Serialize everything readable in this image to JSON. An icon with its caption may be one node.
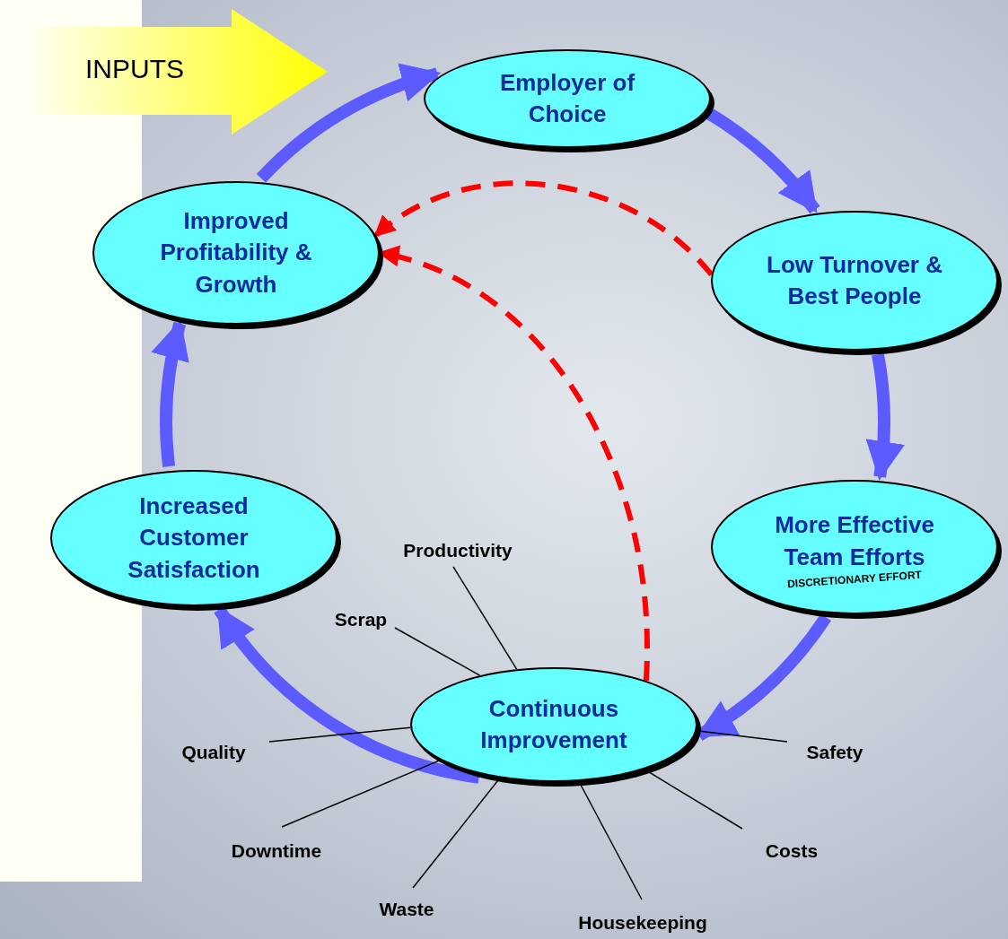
{
  "diagram": {
    "nodes": [
      {
        "text": [
          "INPUTS"
        ]
      },
      {
        "text": [
          "Employer of Choice"
        ]
      },
      {
        "text": [
          "Low Turnover & Best People"
        ]
      },
      {
        "text": [
          "More Effective Team Efforts",
          "DISCRETIONARY EFFORT"
        ]
      },
      {
        "text": [
          "Continuous Improvement"
        ]
      },
      {
        "text": [
          "Increased Customer Satisfaction"
        ]
      },
      {
        "text": [
          "Improved Profitability & Growth"
        ]
      },
      {
        "text": [
          "Productivity"
        ]
      },
      {
        "text": [
          "Scrap"
        ]
      },
      {
        "text": [
          "Quality"
        ]
      },
      {
        "text": [
          "Safety"
        ]
      },
      {
        "text": [
          "Downtime"
        ]
      },
      {
        "text": [
          "Costs"
        ]
      },
      {
        "text": [
          "Waste"
        ]
      },
      {
        "text": [
          "Housekeeping"
        ]
      }
    ],
    "edges": [
      {
        "from": 1,
        "to": 2,
        "arrow": "to",
        "style": "thick",
        "color": "#5b5bff"
      },
      {
        "from": 2,
        "to": 3,
        "arrow": "to",
        "style": "thick",
        "color": "#5b5bff"
      },
      {
        "from": 3,
        "to": 4,
        "arrow": "to",
        "style": "thick",
        "color": "#5b5bff"
      },
      {
        "from": 4,
        "to": 5,
        "arrow": "to",
        "style": "thick",
        "color": "#5b5bff"
      },
      {
        "from": 5,
        "to": 6,
        "arrow": "to",
        "style": "thick",
        "color": "#5b5bff"
      },
      {
        "from": 6,
        "to": 1,
        "arrow": "to",
        "style": "thick",
        "color": "#5b5bff"
      },
      {
        "from": 2,
        "to": 6,
        "arrow": "to",
        "style": "dashed",
        "color": "#ff0000"
      },
      {
        "from": 4,
        "to": 6,
        "arrow": "to",
        "style": "dashed",
        "color": "#ff0000"
      },
      {
        "from": 7,
        "to": 4,
        "arrow": "none"
      },
      {
        "from": 8,
        "to": 4,
        "arrow": "none"
      },
      {
        "from": 9,
        "to": 4,
        "arrow": "none"
      },
      {
        "from": 10,
        "to": 4,
        "arrow": "none"
      },
      {
        "from": 11,
        "to": 4,
        "arrow": "none"
      },
      {
        "from": 12,
        "to": 4,
        "arrow": "none"
      },
      {
        "from": 13,
        "to": 4,
        "arrow": "none"
      },
      {
        "from": 14,
        "to": 4,
        "arrow": "none"
      }
    ]
  }
}
